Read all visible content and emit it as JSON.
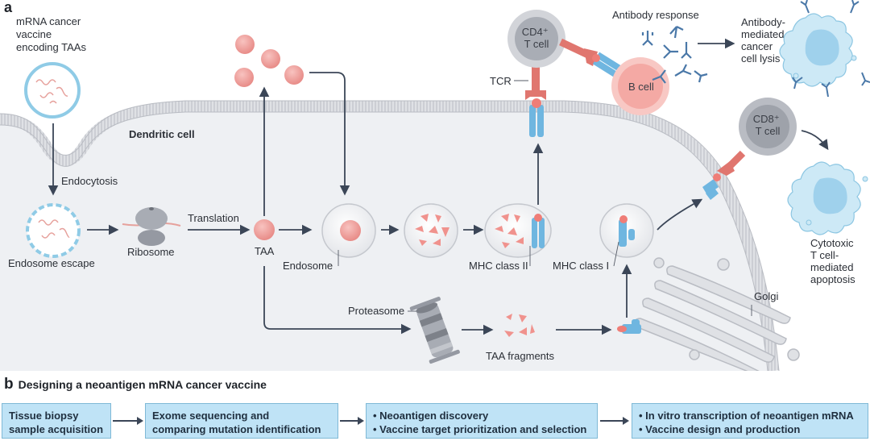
{
  "panel_a": {
    "letter": "a",
    "vaccine_label": [
      "mRNA cancer",
      "vaccine",
      "encoding TAAs"
    ],
    "dendritic_cell": "Dendritic cell",
    "endocytosis": "Endocytosis",
    "endosome_escape": "Endosome escape",
    "ribosome": "Ribosome",
    "translation": "Translation",
    "taa": "TAA",
    "endosome": "Endosome",
    "mhc_class_ii": "MHC class II",
    "mhc_class_i": "MHC class I",
    "proteasome": "Proteasome",
    "taa_fragments": "TAA fragments",
    "golgi": "Golgi",
    "tcr": "TCR",
    "cd4_cell": [
      "CD4⁺",
      "T cell"
    ],
    "b_cell": "B cell",
    "antibody_response": "Antibody response",
    "antibody_lysis": [
      "Antibody-",
      "mediated",
      "cancer",
      "cell lysis"
    ],
    "cd8_cell": [
      "CD8⁺",
      "T cell"
    ],
    "cytotoxic": [
      "Cytotoxic",
      "T cell-",
      "mediated",
      "apoptosis"
    ]
  },
  "panel_b": {
    "letter": "b",
    "title": "Designing a neoantigen mRNA cancer vaccine",
    "steps": [
      {
        "lines": [
          "Tissue biopsy",
          "sample acquisition"
        ],
        "bulleted": false
      },
      {
        "lines": [
          "Exome sequencing and",
          "comparing mutation identification"
        ],
        "bulleted": false
      },
      {
        "lines": [
          "Neoantigen discovery",
          "Vaccine target prioritization and selection"
        ],
        "bulleted": true
      },
      {
        "lines": [
          "In vitro transcription of neoantigen mRNA",
          "Vaccine design and production"
        ],
        "bulleted": true
      }
    ]
  },
  "colors": {
    "membrane": "#c9ccd2",
    "cytoplasm": "#eef0f3",
    "mhc_blue": "#6fb6e0",
    "tcr_red": "#e0766f",
    "taa_pink": "#f2a3a0",
    "t_cell_gray": "#a9adb5",
    "b_cell_pink": "#f4a9a4",
    "box_fill": "#bfe3f6"
  }
}
